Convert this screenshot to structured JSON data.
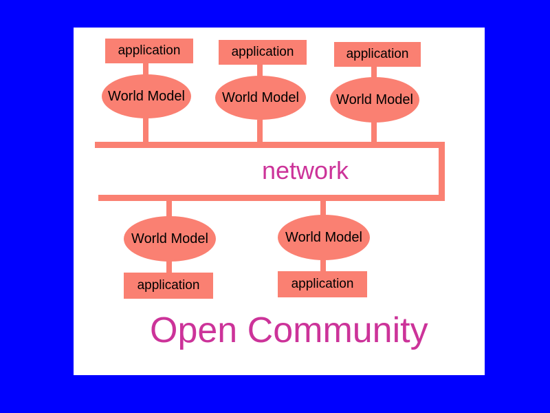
{
  "colors": {
    "background": "#0000ff",
    "panel": "#ffffff",
    "node_fill": "#fa8072",
    "node_text": "#000000",
    "label_text": "#cc3399"
  },
  "diagram": {
    "top_nodes": [
      {
        "application": "application",
        "model": "World Model"
      },
      {
        "application": "application",
        "model": "World Model"
      },
      {
        "application": "application",
        "model": "World Model"
      }
    ],
    "network_label": "network",
    "bottom_nodes": [
      {
        "application": "application",
        "model": "World Model"
      },
      {
        "application": "application",
        "model": "World Model"
      }
    ],
    "title": "Open Community"
  }
}
